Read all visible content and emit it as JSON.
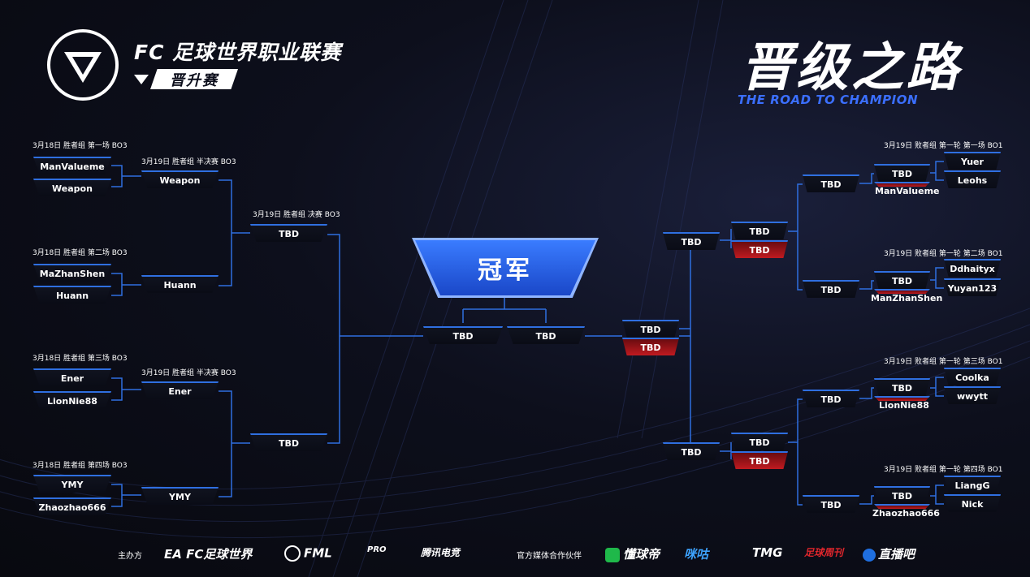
{
  "header": {
    "league": "FC 足球世界职业联赛",
    "promotion": "晋升赛",
    "title_cn": "晋级之路",
    "title_en": "THE ROAD TO CHAMPION"
  },
  "champion_label": "冠军",
  "winners": {
    "r1_labels": [
      "3月18日  胜者组 第一场 BO3",
      "3月18日  胜者组 第二场 BO3",
      "3月18日  胜者组 第三场 BO3",
      "3月18日  胜者组 第四场 BO3"
    ],
    "r1": [
      [
        "ManValueme",
        "Weapon"
      ],
      [
        "MaZhanShen",
        "Huann"
      ],
      [
        "Ener",
        "LionNie88"
      ],
      [
        "YMY",
        "Zhaozhao666"
      ]
    ],
    "semi_labels": [
      "3月19日  胜者组 半决赛 BO3",
      "3月19日  胜者组 半决赛 BO3"
    ],
    "semi": [
      "Weapon",
      "Huann",
      "Ener",
      "YMY"
    ],
    "final_label": "3月19日  胜者组 决赛 BO3",
    "final": [
      "TBD",
      "TBD"
    ]
  },
  "grand_final": [
    "TBD",
    "TBD"
  ],
  "losers": {
    "r1_labels": [
      "3月19日  败者组 第一轮 第一场 BO1",
      "3月19日  败者组 第一轮 第二场 BO1",
      "3月19日  败者组 第一轮 第三场 BO1",
      "3月19日  败者组 第一轮 第四场 BO1"
    ],
    "r1": [
      [
        "Yuer",
        "Leohs"
      ],
      [
        "Ddhaityx",
        "Yuyan123"
      ],
      [
        "Coolka",
        "wwytt"
      ],
      [
        "LiangG",
        "Nick"
      ]
    ],
    "r1_winner": [
      "TBD",
      "TBD",
      "TBD",
      "TBD"
    ],
    "r1_drop": [
      "ManValueme",
      "ManZhanShen",
      "LionNie88",
      "Zhaozhao666"
    ],
    "r2": [
      "TBD",
      "TBD",
      "TBD",
      "TBD"
    ],
    "r3": [
      [
        "TBD",
        "TBD"
      ],
      [
        "TBD",
        "TBD"
      ]
    ],
    "r4": [
      "TBD",
      "TBD"
    ],
    "final": [
      "TBD",
      "TBD"
    ]
  },
  "footer": {
    "organizer_label": "主办方",
    "organizers": [
      "EA FC足球世界",
      "FML",
      "PRO",
      "腾讯电竞"
    ],
    "media_label": "官方媒体合作伙伴",
    "media": [
      "懂球帝",
      "咪咕",
      "TMG",
      "足球周刊",
      "直播吧"
    ]
  },
  "colors": {
    "accent": "#2f6fe0",
    "champion": "#2a63e8",
    "loss": "#c01a20",
    "title_en": "#3b6fff"
  }
}
